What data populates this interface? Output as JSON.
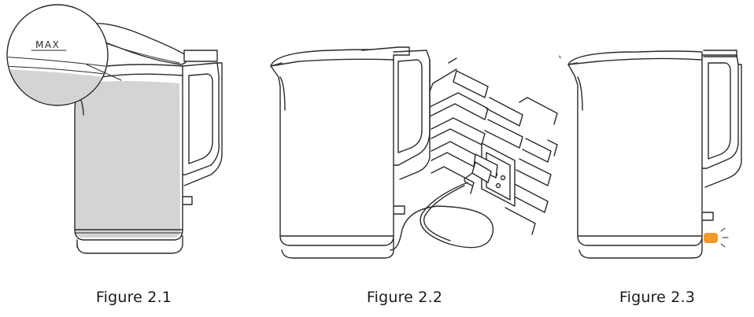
{
  "figures": [
    {
      "caption": "Figure 2.1",
      "max_label": "MAX",
      "water_color": "#d4d4d4"
    },
    {
      "caption": "Figure 2.2"
    },
    {
      "caption": "Figure 2.3",
      "indicator_color": "#f39a2b"
    }
  ]
}
